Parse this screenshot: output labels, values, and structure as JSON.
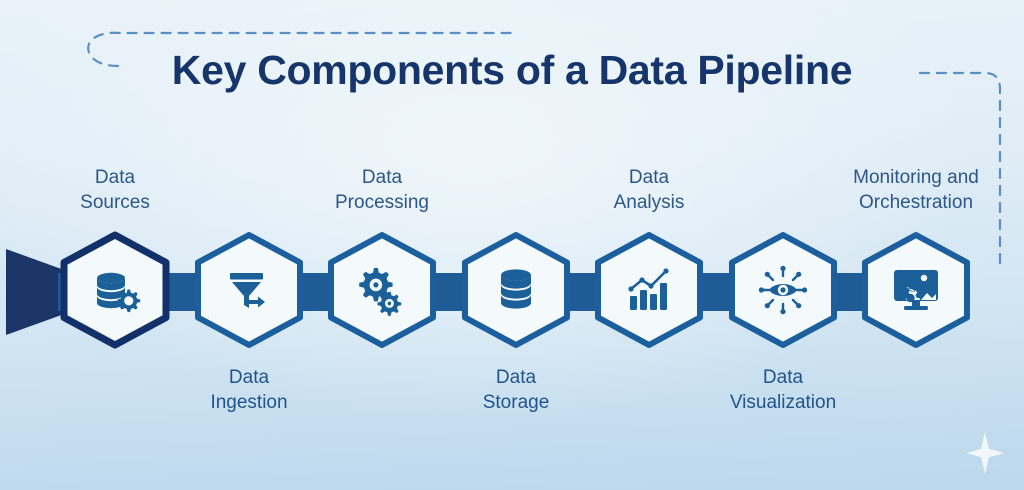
{
  "title": "Key Components of a Data Pipeline",
  "colors": {
    "title_navy": "#15356b",
    "hex_border_dark": "#12306a",
    "hex_border_blue": "#1c5f9e",
    "hex_fill": "#f4fafc",
    "connector_blue": "#1f5c96",
    "tail_navy": "#1b3566",
    "label_above": "#2d5687",
    "label_below": "#21548d",
    "dashed_line": "#5b8fc4",
    "background_top": "#e8f2f8",
    "background_bottom": "#bcd8ec",
    "sparkle": "#ffffff"
  },
  "decorations": {
    "sparkle_name": "sparkle-star",
    "dashed_frame_name": "dashed-frame"
  },
  "pipeline": {
    "tail_name": "pipeline-tail",
    "nodes": [
      {
        "id": "data-sources",
        "label_line1": "Data",
        "label_line2": "Sources",
        "label_position": "above",
        "icon": "database-gear-icon",
        "border": "dark"
      },
      {
        "id": "data-ingestion",
        "label_line1": "Data",
        "label_line2": "Ingestion",
        "label_position": "below",
        "icon": "funnel-arrow-icon",
        "border": "blue"
      },
      {
        "id": "data-processing",
        "label_line1": "Data",
        "label_line2": "Processing",
        "label_position": "above",
        "icon": "gears-icon",
        "border": "blue"
      },
      {
        "id": "data-storage",
        "label_line1": "Data",
        "label_line2": "Storage",
        "label_position": "below",
        "icon": "database-icon",
        "border": "blue"
      },
      {
        "id": "data-analysis",
        "label_line1": "Data",
        "label_line2": "Analysis",
        "label_position": "above",
        "icon": "bar-chart-trend-icon",
        "border": "blue"
      },
      {
        "id": "data-visualization",
        "label_line1": "Data",
        "label_line2": "Visualization",
        "label_position": "below",
        "icon": "eye-insight-icon",
        "border": "blue"
      },
      {
        "id": "monitoring-and-orchestration",
        "label_line1": "Monitoring and",
        "label_line2": "Orchestration",
        "label_position": "above",
        "icon": "monitor-gear-icon",
        "border": "blue"
      }
    ]
  }
}
